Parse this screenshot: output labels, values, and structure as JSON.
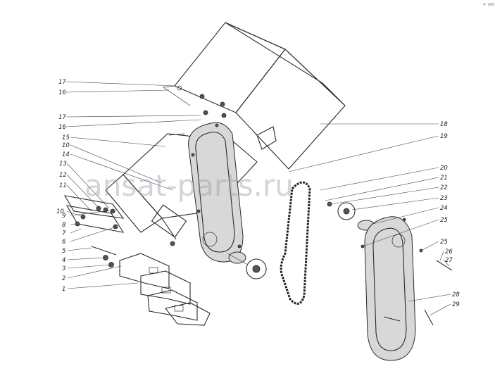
{
  "corner_mark": "4ᵀ 000",
  "watermark": "ansat-parts.ru",
  "labels": {
    "l1": "1",
    "l2": "2",
    "l3": "3",
    "l4": "4",
    "l5": "5",
    "l6": "6",
    "l7": "7",
    "l8": "8",
    "l9": "9",
    "l10": "10",
    "l11": "11",
    "l12": "12",
    "l13": "13",
    "l14": "14",
    "l15": "15",
    "l16a": "16",
    "l16b": "16",
    "l17a": "17",
    "l17b": "17",
    "l18": "18",
    "l19": "19",
    "l20": "20",
    "l21": "21",
    "l22": "22",
    "l23": "23",
    "l24": "24",
    "l25a": "25",
    "l25b": "25",
    "l26": "26",
    "l27": "27",
    "l28": "28",
    "l29": "29"
  }
}
